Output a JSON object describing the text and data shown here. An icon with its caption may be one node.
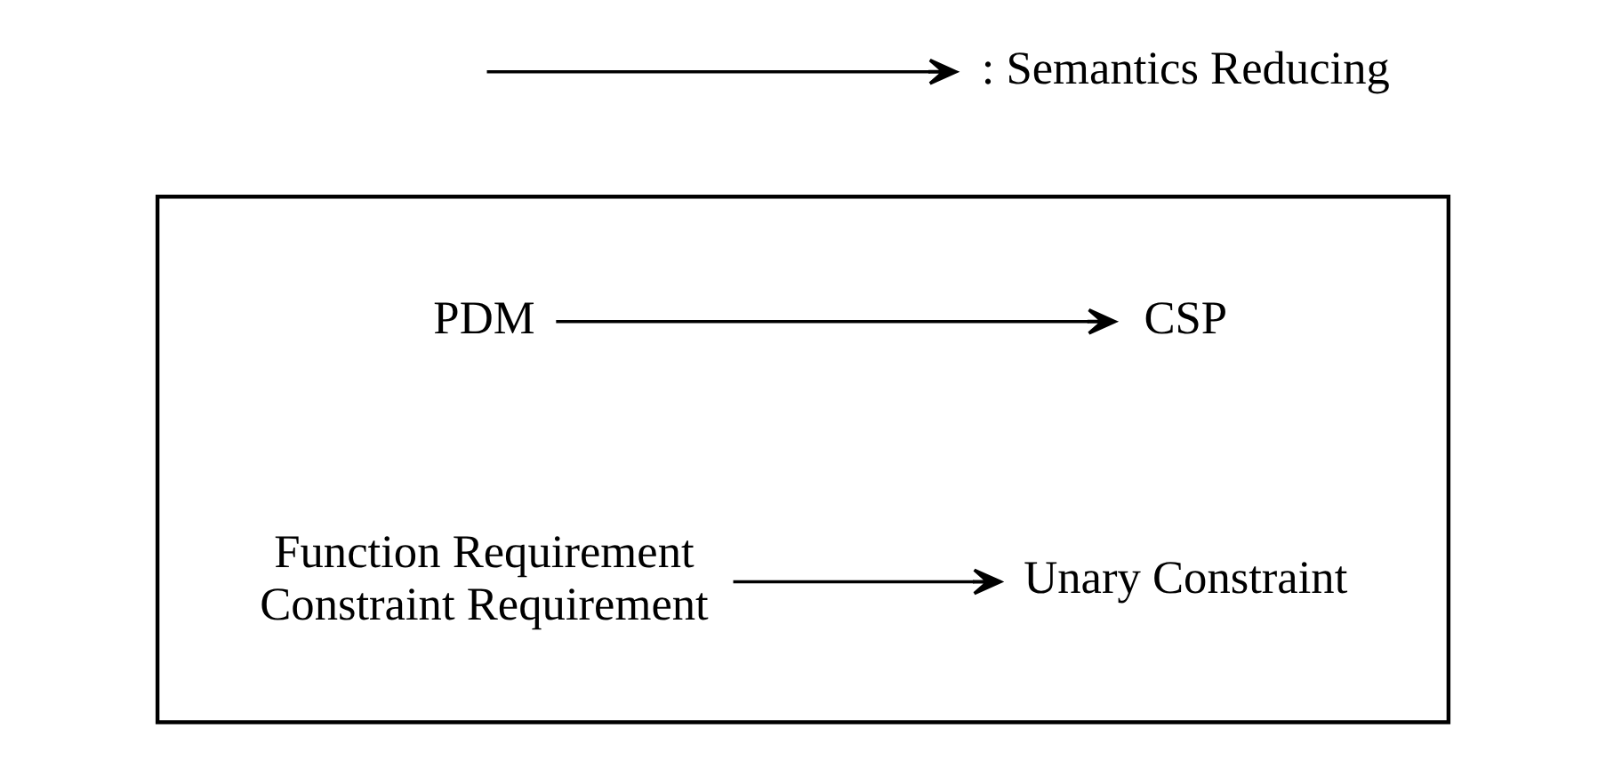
{
  "diagram": {
    "nodes": [
      {
        "text": [],
        "shape": "box"
      },
      {
        "text": [
          "PDM"
        ],
        "in": 0
      },
      {
        "text": [
          "CSP"
        ],
        "in": 0
      },
      {
        "text": [
          "Function Requirement",
          "Constraint Requirement"
        ],
        "in": 0
      },
      {
        "text": [
          "Unary Constraint"
        ],
        "in": 0
      }
    ],
    "edges": [
      {
        "from": 1,
        "to": 2,
        "arrow": "to"
      },
      {
        "from": 3,
        "to": 4,
        "arrow": "to"
      }
    ],
    "legend": [
      {
        "text": ": Semantics Reducing"
      }
    ]
  }
}
